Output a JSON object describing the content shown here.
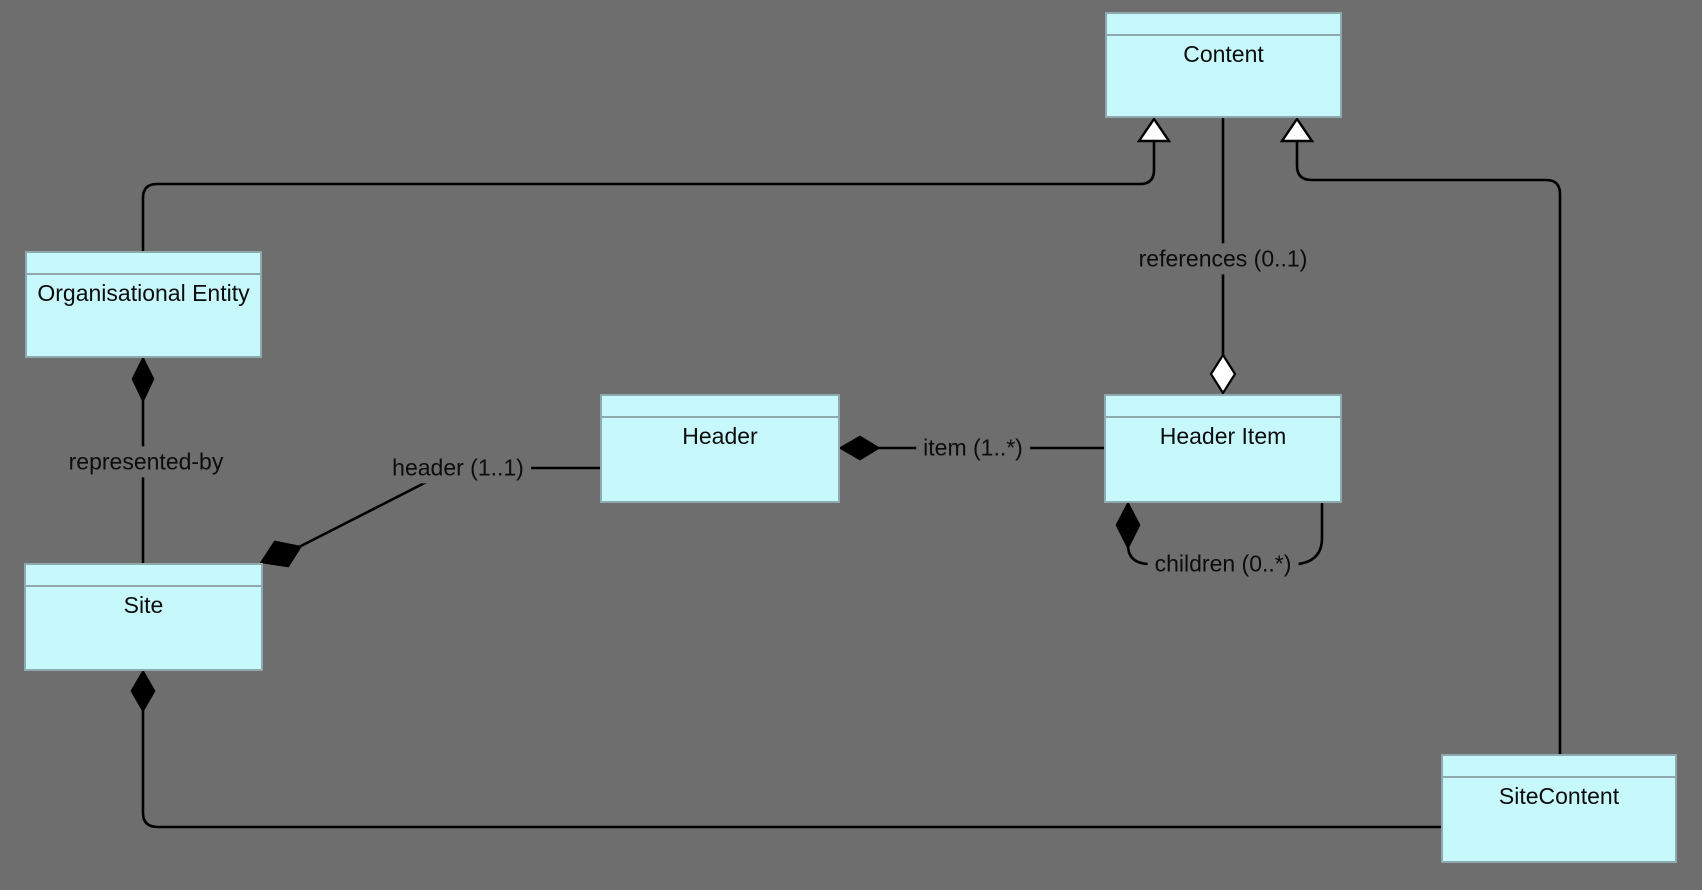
{
  "diagram": {
    "kind": "uml-class-diagram",
    "canvas_background": "#6e6e6e",
    "node_fill": "#c7f9fc",
    "node_border": "#8da9ad",
    "line_color": "#000000",
    "text_color": "#0c0c0c"
  },
  "classes": [
    {
      "id": "content",
      "name": "Content"
    },
    {
      "id": "organisational-entity",
      "name": "Organisational Entity"
    },
    {
      "id": "site",
      "name": "Site"
    },
    {
      "id": "header",
      "name": "Header"
    },
    {
      "id": "header-item",
      "name": "Header Item"
    },
    {
      "id": "site-content",
      "name": "SiteContent"
    }
  ],
  "relationships": [
    {
      "type": "generalization",
      "from": "Organisational Entity",
      "to": "Content"
    },
    {
      "type": "generalization",
      "from": "SiteContent",
      "to": "Content"
    },
    {
      "type": "aggregation",
      "from": "Header Item",
      "to": "Content",
      "label": "references (0..1)"
    },
    {
      "type": "composition",
      "from": "Organisational Entity",
      "to": "Site",
      "label": "represented-by"
    },
    {
      "type": "composition",
      "from": "Site",
      "to": "Header",
      "label": "header (1..1)"
    },
    {
      "type": "composition",
      "from": "Header",
      "to": "Header Item",
      "label": "item (1..*)"
    },
    {
      "type": "composition",
      "from": "Header Item",
      "to": "Header Item",
      "label": "children (0..*)"
    },
    {
      "type": "composition",
      "from": "Site",
      "to": "SiteContent"
    }
  ],
  "labels": {
    "references": "references (0..1)",
    "represented_by": "represented-by",
    "header": "header (1..1)",
    "item": "item (1..*)",
    "children": "children (0..*)"
  }
}
